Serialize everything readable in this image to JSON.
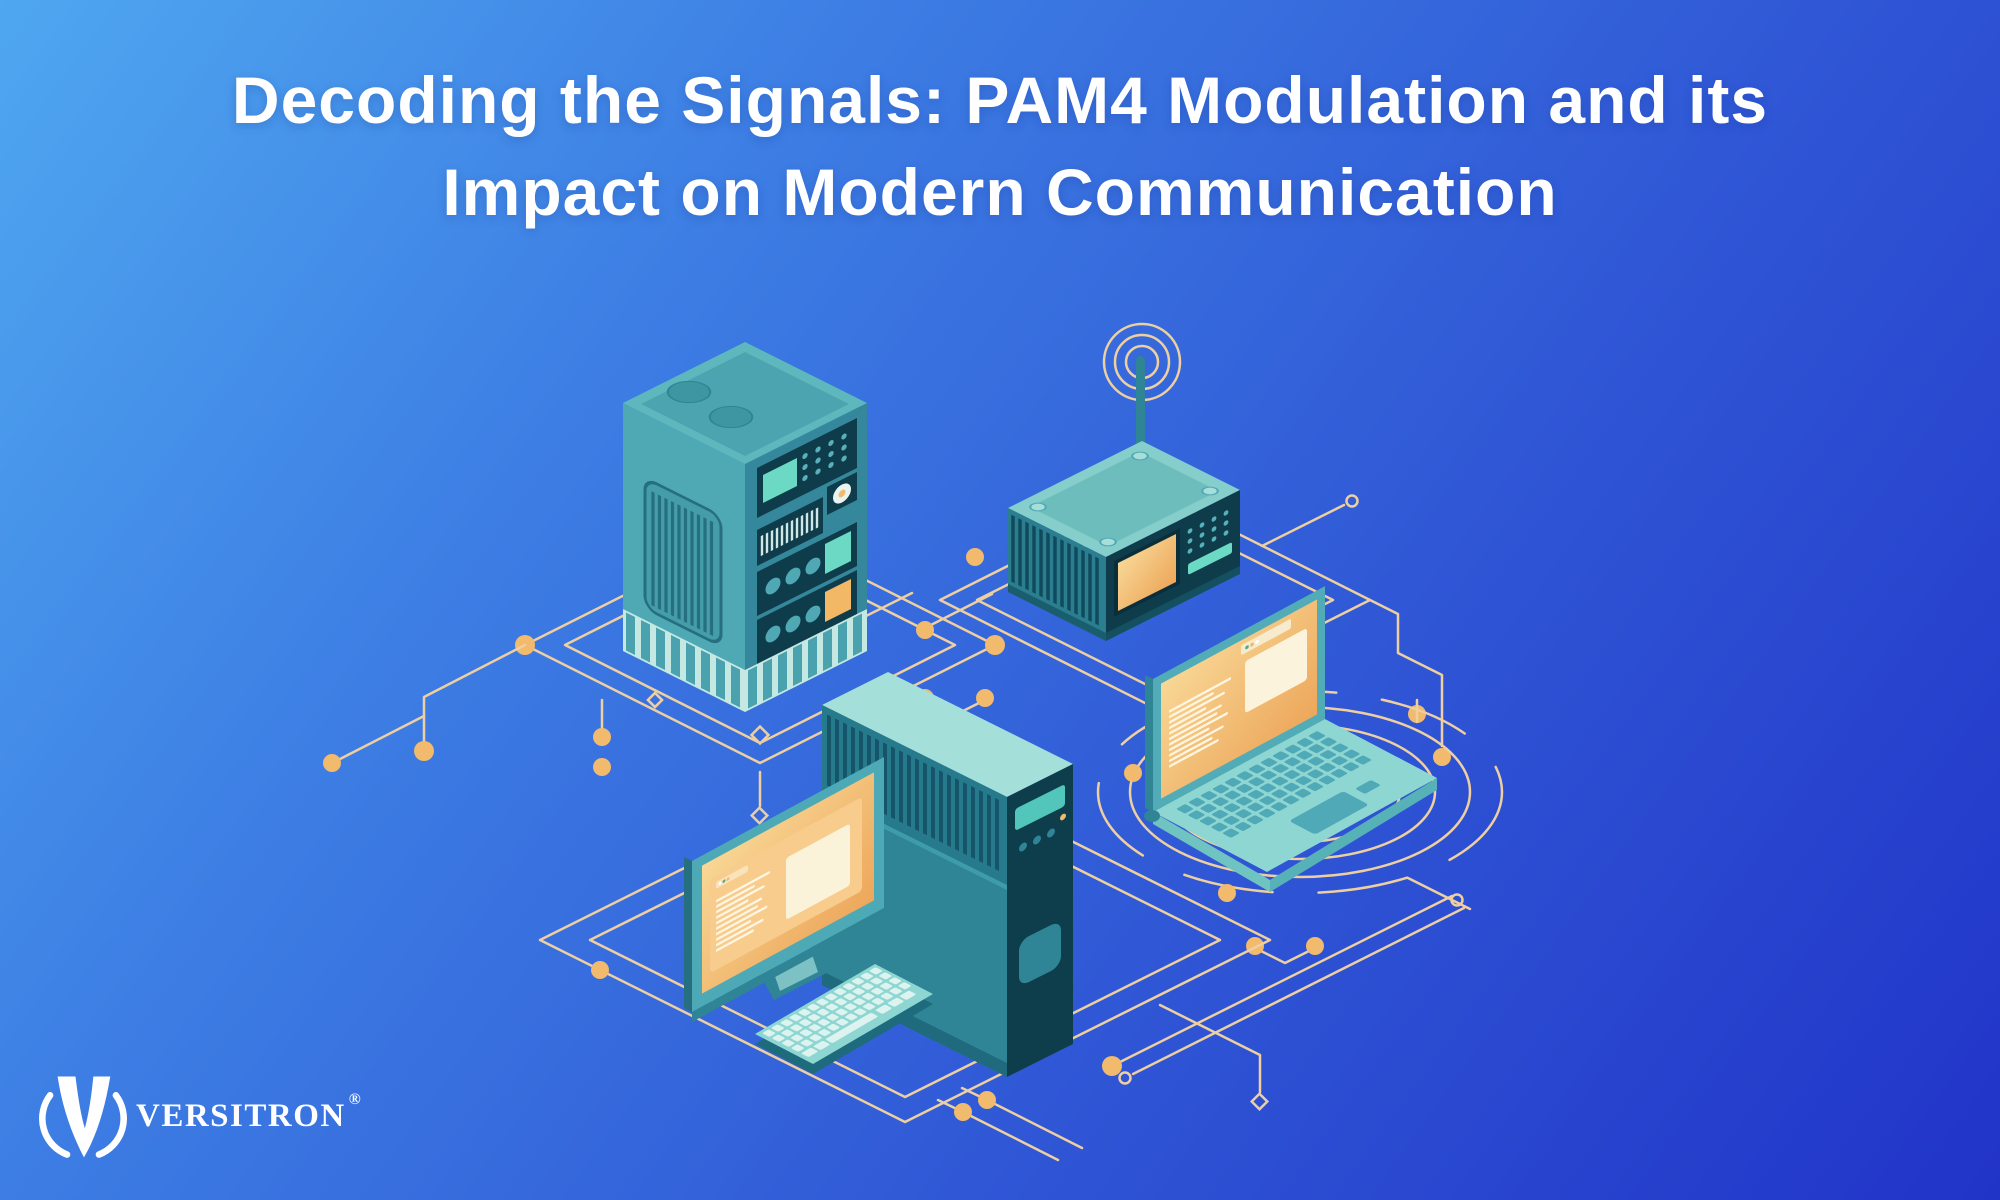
{
  "banner": {
    "title_line1": "Decoding the Signals: PAM4 Modulation and its",
    "title_line2": "Impact on Modern Communication"
  },
  "logo": {
    "brand": "VERSITRON",
    "registered_mark": "®",
    "icon": "versitron-v-icon"
  },
  "illustration": {
    "devices": [
      "server-tower-icon",
      "wireless-router-icon",
      "laptop-icon",
      "desktop-computer-icon",
      "monitor-icon",
      "keyboard-icon",
      "circuit-traces"
    ]
  },
  "palette": {
    "bg_gradient": [
      "#4FA7F0",
      "#3D7EE4",
      "#2F55D5",
      "#2134C8"
    ],
    "title_color": "#FFFFFF",
    "teal_light": "#A5DFDA",
    "teal": "#4FA9B4",
    "teal_dark": "#2F8496",
    "panel_navy": "#0F3C4B",
    "mint": "#6BD9C4",
    "screen_orange": "#F2B865",
    "screen_orange_light": "#F9D795",
    "trace_line": "#EECFA0",
    "trace_node": "#F1BA6C",
    "logo_color": "#FFFFFF"
  }
}
